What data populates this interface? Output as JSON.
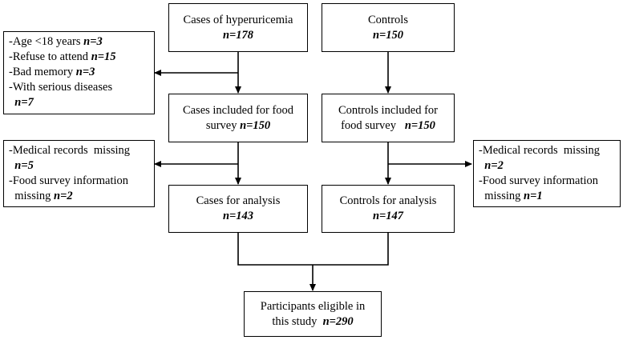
{
  "boxes": {
    "cases": {
      "label": "Cases of hyperuricemia",
      "n": "n=178"
    },
    "controls": {
      "label": "Controls",
      "n": "n=150"
    },
    "exclude1": {
      "items": [
        {
          "text": "-Age <18 years ",
          "n": "n=3"
        },
        {
          "text": "-Refuse to attend ",
          "n": "n=15"
        },
        {
          "text": "-Bad memory ",
          "n": "n=3"
        },
        {
          "text": "-With serious diseases",
          "n": ""
        },
        {
          "text": "  ",
          "n": "n=7"
        }
      ]
    },
    "cases_food": {
      "line1": "Cases included for food",
      "line2": "survey ",
      "n": "n=150"
    },
    "controls_food": {
      "line1": "Controls included for",
      "line2": "food survey   ",
      "n": "n=150"
    },
    "exclude2": {
      "items": [
        {
          "text": "-Medical records  missing",
          "n": ""
        },
        {
          "text": "  ",
          "n": "n=5"
        },
        {
          "text": "-Food survey information",
          "n": ""
        },
        {
          "text": "  missing ",
          "n": "n=2"
        }
      ]
    },
    "exclude3": {
      "items": [
        {
          "text": "-Medical records  missing",
          "n": ""
        },
        {
          "text": "  ",
          "n": "n=2"
        },
        {
          "text": "-Food survey information",
          "n": ""
        },
        {
          "text": "  missing ",
          "n": "n=1"
        }
      ]
    },
    "cases_analysis": {
      "label": "Cases for analysis",
      "n": "n=143"
    },
    "controls_analysis": {
      "label": "Controls for analysis",
      "n": "n=147"
    },
    "eligible": {
      "line1": "Participants eligible in",
      "line2": "this study  ",
      "n": "n=290"
    }
  }
}
